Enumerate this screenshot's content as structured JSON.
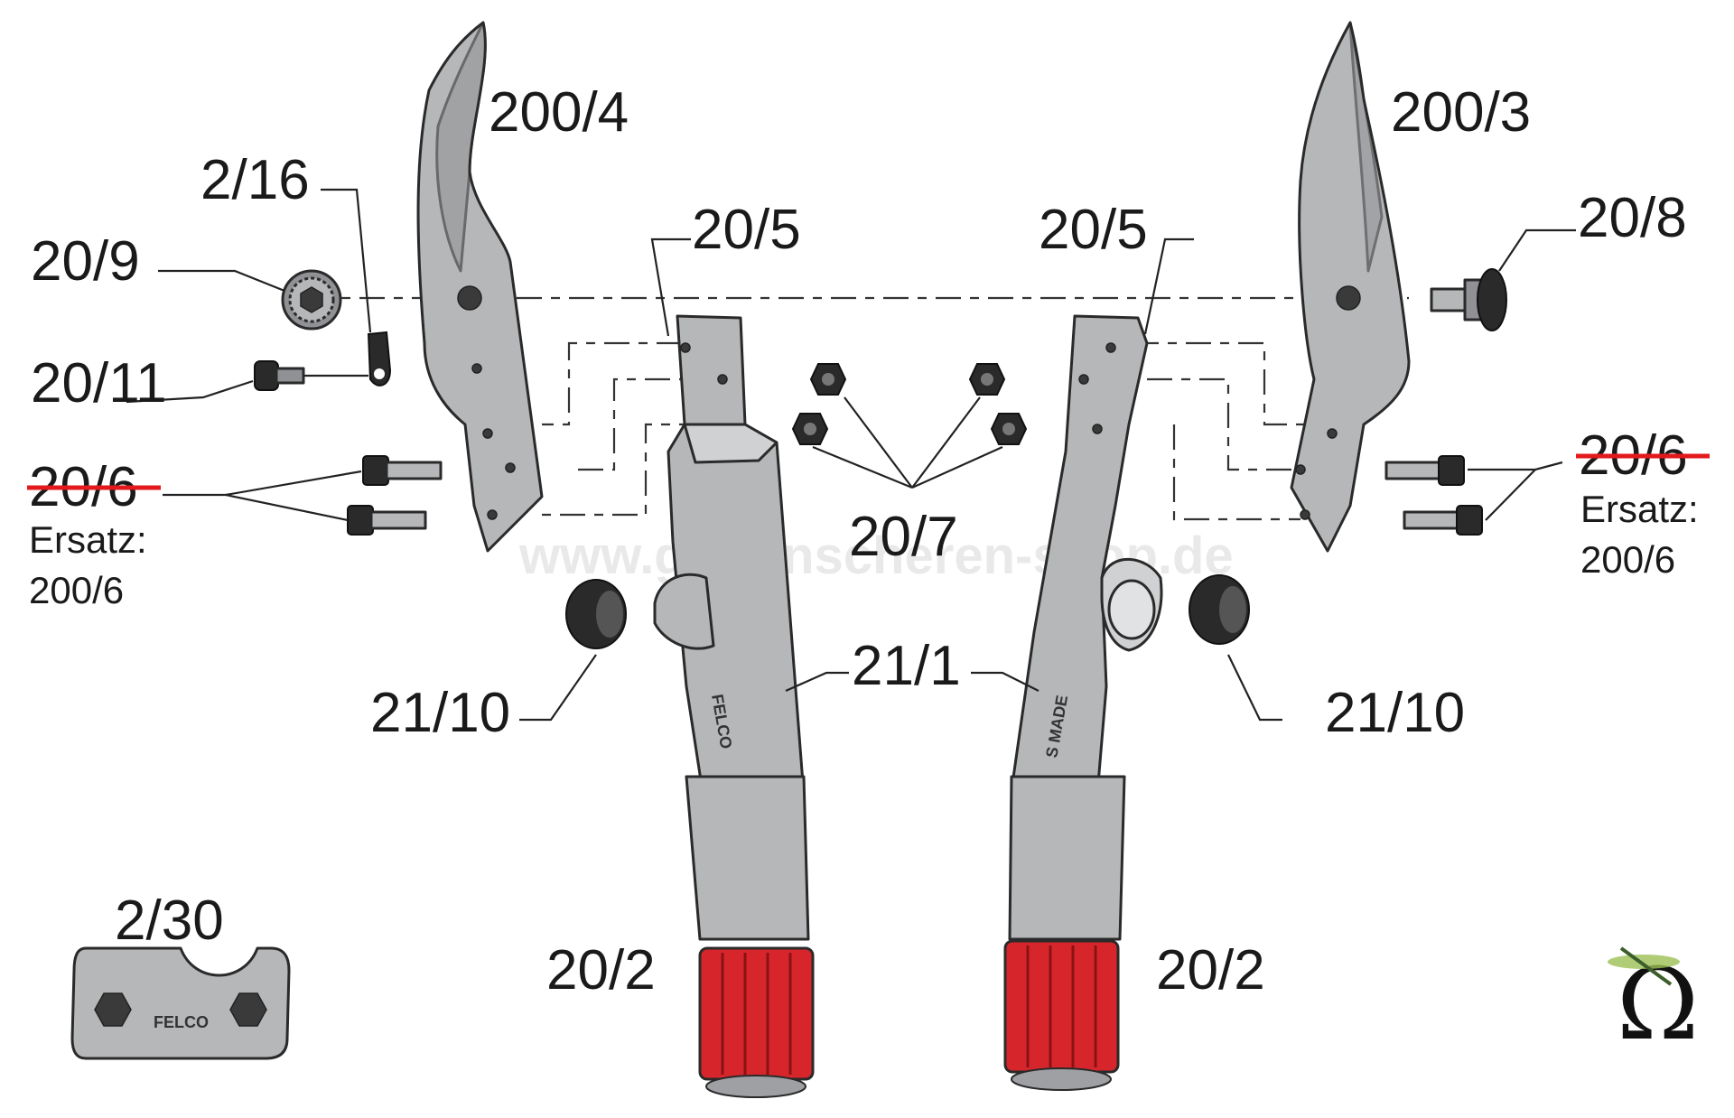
{
  "parts": {
    "blade_upper_left": "200/4",
    "blade_upper_right": "200/3",
    "spring_holder": "2/16",
    "adjusting_wheel": "20/9",
    "screw_left": "20/11",
    "bolt_right": "20/8",
    "pin_left": "20/5",
    "pin_right": "20/5",
    "nuts": "20/7",
    "handle": "21/1",
    "buffer_left": "21/10",
    "buffer_right": "21/10",
    "grip_left": "20/2",
    "grip_right": "20/2",
    "key": "2/30"
  },
  "replaced": {
    "left_number": "20/6",
    "left_note_line1": "Ersatz:",
    "left_note_line2": "200/6",
    "right_number": "20/6",
    "right_note_line1": "Ersatz:",
    "right_note_line2": "200/6",
    "strike_color": "#e3191c"
  },
  "stamps": {
    "left_handle": "FELCO",
    "right_handle": "S MADE",
    "key": "FELCO"
  },
  "watermark": "www.gartenscheren-shop.de",
  "colors": {
    "metal": "#b5b7b9",
    "grip_red": "#d7262b",
    "outline": "#2a2a2a"
  },
  "icons": {
    "logo": "omega-dragonfly-icon"
  }
}
